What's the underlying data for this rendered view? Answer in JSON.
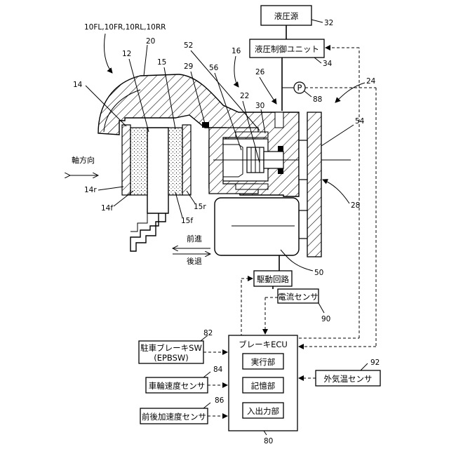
{
  "figure": {
    "vehicle_wheels": "10FL,10FR,10RL,10RR",
    "direction": {
      "axial": "軸方向",
      "forward": "前進",
      "backward": "後退"
    },
    "boxes": {
      "hydraulic_source": "液圧源",
      "hydraulic_control_unit": "液圧制御ユニット",
      "drive_circuit": "駆動回路",
      "current_sensor": "電流センサ",
      "brake_ecu": "ブレーキECU",
      "execution_unit": "実行部",
      "storage_unit": "記憶部",
      "io_unit": "入出力部",
      "parking_brake_sw_line1": "駐車ブレーキSW",
      "parking_brake_sw_line2": "(EPBSW)",
      "wheel_speed_sensor": "車輪速度センサ",
      "longitudinal_accel_sensor": "前後加速度センサ",
      "outside_temp_sensor": "外気温センサ",
      "pressure_gauge": "P"
    },
    "refs": {
      "r10": "10FL,10FR,10RL,10RR",
      "r12": "12",
      "r14": "14",
      "r14r": "14r",
      "r14f": "14f",
      "r15": "15",
      "r15r": "15r",
      "r15f": "15f",
      "r16": "16",
      "r20": "20",
      "r22": "22",
      "r24": "24",
      "r26": "26",
      "r28": "28",
      "r29": "29",
      "r30": "30",
      "r32": "32",
      "r34": "34",
      "r50": "50",
      "r52": "52",
      "r54": "54",
      "r56": "56",
      "r80": "80",
      "r82": "82",
      "r84": "84",
      "r86": "86",
      "r88": "88",
      "r90": "90",
      "r92": "92"
    }
  }
}
